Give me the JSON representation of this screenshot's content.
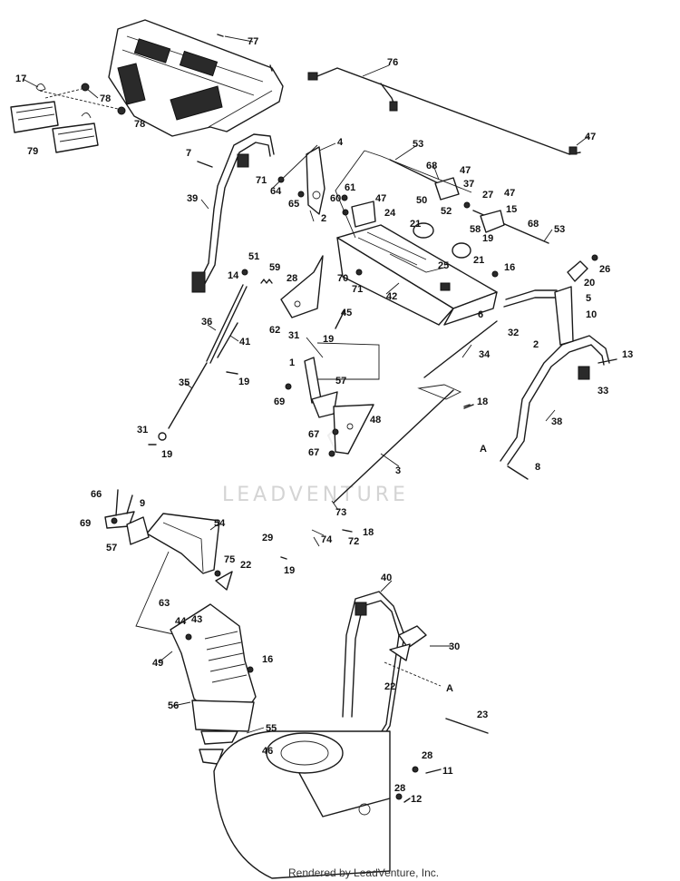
{
  "watermark": "LEADVENTURE",
  "footer": "Rendered by LeadVenture, Inc.",
  "callouts": [
    "1",
    "2",
    "3",
    "4",
    "5",
    "6",
    "7",
    "8",
    "9",
    "10",
    "11",
    "12",
    "13",
    "14",
    "15",
    "16",
    "17",
    "18",
    "19",
    "20",
    "21",
    "22",
    "23",
    "24",
    "25",
    "26",
    "27",
    "28",
    "29",
    "30",
    "31",
    "32",
    "33",
    "34",
    "35",
    "36",
    "37",
    "38",
    "39",
    "40",
    "41",
    "42",
    "43",
    "44",
    "45",
    "46",
    "47",
    "48",
    "49",
    "50",
    "51",
    "52",
    "53",
    "54",
    "55",
    "56",
    "57",
    "58",
    "59",
    "60",
    "61",
    "62",
    "63",
    "64",
    "65",
    "66",
    "67",
    "68",
    "69",
    "70",
    "71",
    "72",
    "73",
    "74",
    "75",
    "76",
    "77",
    "78",
    "79",
    "A"
  ]
}
